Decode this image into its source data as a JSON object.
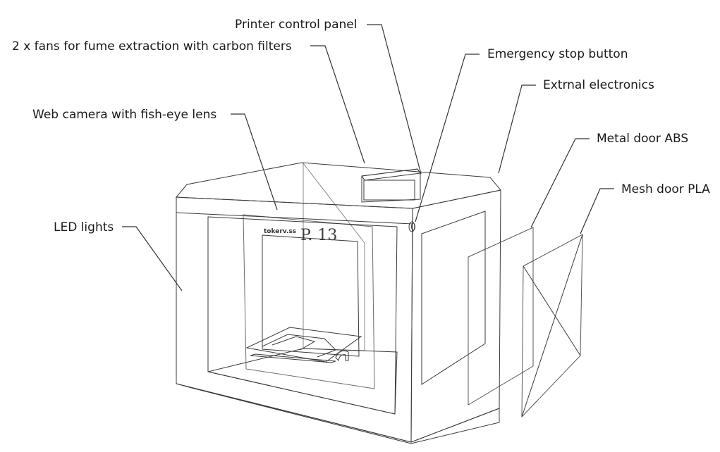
{
  "callouts": {
    "control_panel": "Printer control panel",
    "fans": "2 x fans for fume extraction with carbon filters",
    "estop": "Emergency stop button",
    "electronics": "Extrnal electronics",
    "camera": "Web camera with fish-eye lens",
    "metal_door": "Metal door ABS",
    "mesh_door": "Mesh door PLA",
    "led": "LED lights"
  },
  "printer": {
    "logo": "tokerv.ss",
    "model": "P. 13"
  },
  "colors": {
    "body_front": "#e6e6ea",
    "body_side": "#ececf0",
    "interior": "#cfd1d6",
    "glass": "#c4ccd6",
    "print_bed": "#b5262c"
  }
}
